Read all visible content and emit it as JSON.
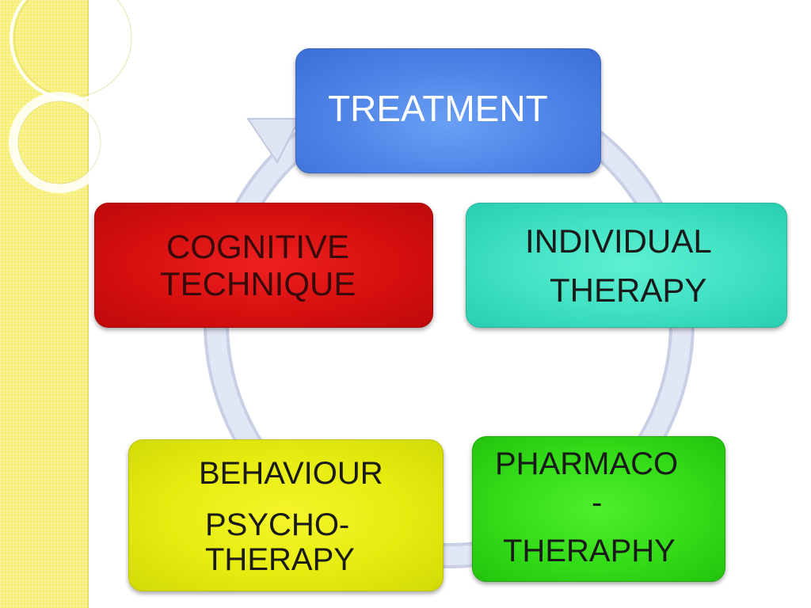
{
  "diagram": {
    "treatment": {
      "label": "TREATMENT"
    },
    "individual": {
      "line1": "INDIVIDUAL",
      "line2": "THERAPY"
    },
    "cognitive": {
      "line1": "COGNITIVE",
      "line2": "TECHNIQUE"
    },
    "behaviour": {
      "line1": "BEHAVIOUR",
      "line2": "PSYCHO-",
      "line3": "THERAPY"
    },
    "pharmaco": {
      "line1": "PHARMACO",
      "line2": "-",
      "line3": "THERAPHY"
    }
  },
  "colors": {
    "treatment": "#4d82e6",
    "individual": "#3fe0c2",
    "cognitive": "#d70f0f",
    "behaviour": "#e6ec10",
    "pharmaco": "#34dc18",
    "cycle_arrow": "#d9dff0",
    "left_strip": "#f6f07a"
  }
}
